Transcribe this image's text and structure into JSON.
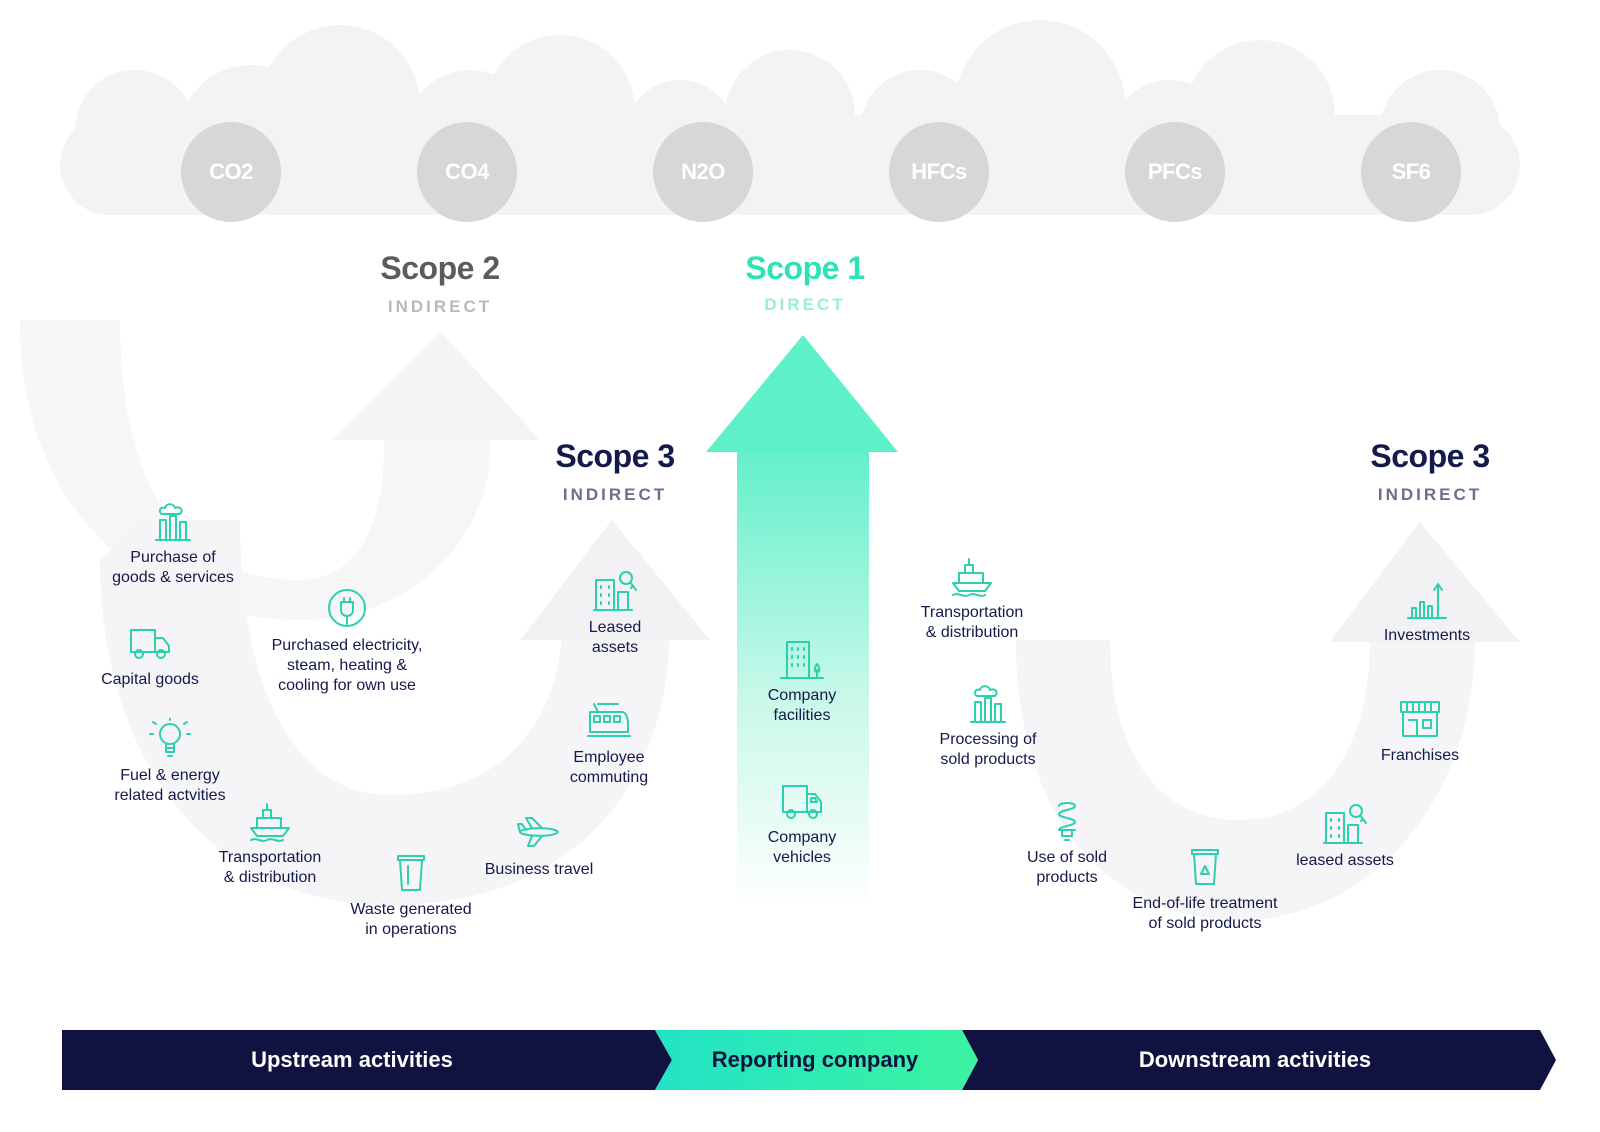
{
  "gases": [
    {
      "label": "CO2"
    },
    {
      "label": "CO4"
    },
    {
      "label": "N2O"
    },
    {
      "label": "HFCs"
    },
    {
      "label": "PFCs"
    },
    {
      "label": "SF6"
    }
  ],
  "scopes": {
    "scope2": {
      "title": "Scope 2",
      "subtitle": "INDIRECT"
    },
    "scope1": {
      "title": "Scope 1",
      "subtitle": "DIRECT"
    },
    "scope3_up": {
      "title": "Scope 3",
      "subtitle": "INDIRECT"
    },
    "scope3_down": {
      "title": "Scope 3",
      "subtitle": "INDIRECT"
    }
  },
  "upstream_items": [
    {
      "label": "Purchase of\ngoods & services",
      "icon": "factory-icon"
    },
    {
      "label": "Capital goods",
      "icon": "truck-icon"
    },
    {
      "label": "Fuel & energy\nrelated actvities",
      "icon": "lightbulb-icon"
    },
    {
      "label": "Transportation\n& distribution",
      "icon": "ship-icon"
    },
    {
      "label": "Waste generated\nin operations",
      "icon": "bin-icon"
    },
    {
      "label": "Business travel",
      "icon": "airplane-icon"
    },
    {
      "label": "Employee\ncommuting",
      "icon": "train-icon"
    },
    {
      "label": "Leased\nassets",
      "icon": "building-key-icon"
    }
  ],
  "scope2_item": {
    "label": "Purchased electricity,\nsteam, heating &\ncooling for own use",
    "icon": "plug-icon"
  },
  "company_items": [
    {
      "label": "Company\nfacilities",
      "icon": "office-building-icon"
    },
    {
      "label": "Company\nvehicles",
      "icon": "van-icon"
    }
  ],
  "downstream_items": [
    {
      "label": "Transportation\n& distribution",
      "icon": "ship-icon"
    },
    {
      "label": "Processing of\nsold products",
      "icon": "factory-icon"
    },
    {
      "label": "Use of sold\nproducts",
      "icon": "energy-bulb-icon"
    },
    {
      "label": "End-of-life treatment\nof sold products",
      "icon": "recycle-bin-icon"
    },
    {
      "label": "leased assets",
      "icon": "building-key-icon"
    },
    {
      "label": "Franchises",
      "icon": "storefront-icon"
    },
    {
      "label": "Investments",
      "icon": "growth-chart-icon"
    }
  ],
  "bar": {
    "upstream": "Upstream activities",
    "reporting": "Reporting company",
    "downstream": "Downstream activities"
  },
  "colors": {
    "navy": "#10123f",
    "green": "#2de3b5",
    "teal_icon": "#2ccfae",
    "gas_grey": "#d7d7d9",
    "cloud": "#f3f3f4",
    "scope2_grey": "#5c5c5c",
    "scope3_navy": "#141a4b"
  }
}
